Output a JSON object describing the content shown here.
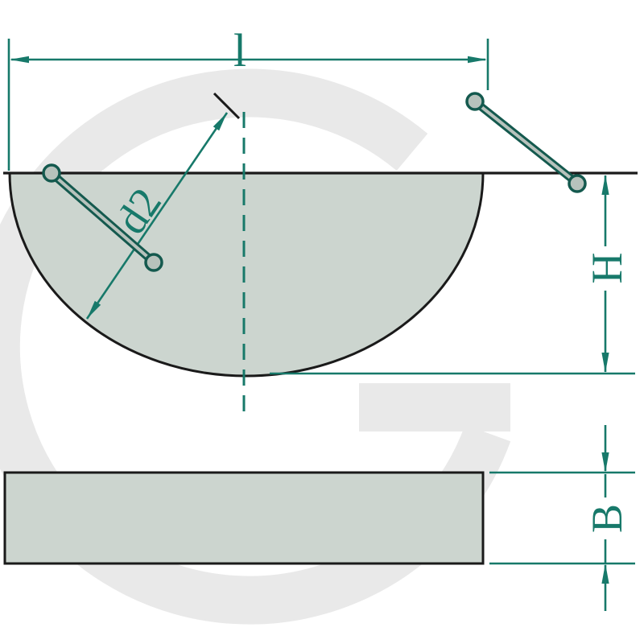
{
  "diagram": {
    "labels": {
      "length": "l",
      "diameter": "d2",
      "height": "H",
      "width": "B"
    },
    "colors": {
      "dimension": "#17796a",
      "outline": "#1a1a1a",
      "shape_fill": "#ccd5cf",
      "pin_fill": "#b7c2bc",
      "pin_outline": "#14594e",
      "watermark": "#e9e9e9",
      "background": "#ffffff"
    }
  }
}
